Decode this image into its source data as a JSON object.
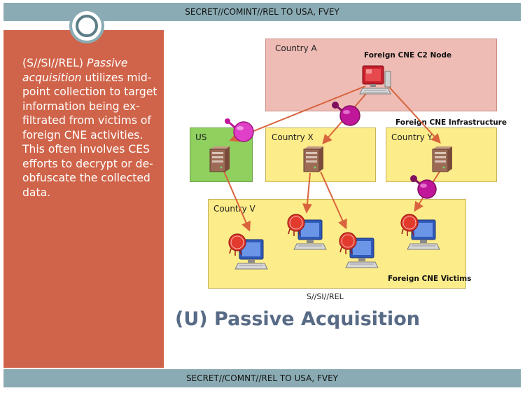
{
  "banner": {
    "top_text": "SECRET//COMINT//REL TO USA, FVEY",
    "bottom_text": "SECRET//COMNT//REL TO USA, FVEY"
  },
  "side_panel": {
    "classification": "(S//SI//REL)",
    "emphasis": "Passive acquisition",
    "body": "utilizes mid-point collection to target information being ex-filtrated from victims of foreign CNE activities. This often involves CES efforts to decrypt or de-obfuscate the collected data."
  },
  "diagram": {
    "regions": {
      "country_a": "Country A",
      "us": "US",
      "country_x": "Country X",
      "country_y": "Country Y",
      "country_v": "Country V"
    },
    "labels": {
      "c2_node": "Foreign CNE C2 Node",
      "infrastructure": "Foreign CNE Infrastructure",
      "victims": "Foreign CNE Victims"
    },
    "icons": {
      "c2": "c2-computer-icon",
      "server": "server-icon",
      "victim": "infected-computer-icon",
      "collection": "collection-probe-icon"
    },
    "colors": {
      "arrow": "#d8643d",
      "probe": "#e040c8",
      "probe_dark": "#c0169a",
      "pink_region": "#eebcb5",
      "green_region": "#8fd05f",
      "yellow_region": "#fcec8a"
    }
  },
  "footer": {
    "classification": "S//SI//REL",
    "title": "(U) Passive Acquisition"
  }
}
